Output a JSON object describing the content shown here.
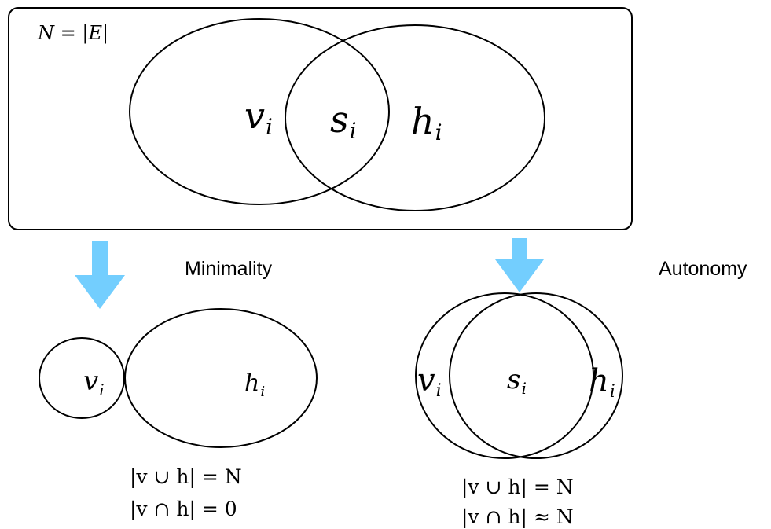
{
  "top_panel": {
    "n_label": "N = |E|",
    "v_label": "v",
    "v_sub": "i",
    "s_label": "s",
    "s_sub": "i",
    "h_label": "h",
    "h_sub": "i"
  },
  "minimality": {
    "title": "Minimality",
    "v_label": "v",
    "v_sub": "i",
    "h_label": "h",
    "h_sub": "i",
    "eq1": "|v ∪ h| = N",
    "eq2": "|v ∩ h| = 0"
  },
  "autonomy": {
    "title": "Autonomy",
    "v_label": "v",
    "v_sub": "i",
    "s_label": "s",
    "s_sub": "i",
    "h_label": "h",
    "h_sub": "i",
    "eq1": "|v ∪ h| = N",
    "eq2": "|v ∩ h| ≈ N"
  },
  "colors": {
    "arrow": "#73cefe",
    "stroke": "#000000",
    "background": "#ffffff"
  }
}
